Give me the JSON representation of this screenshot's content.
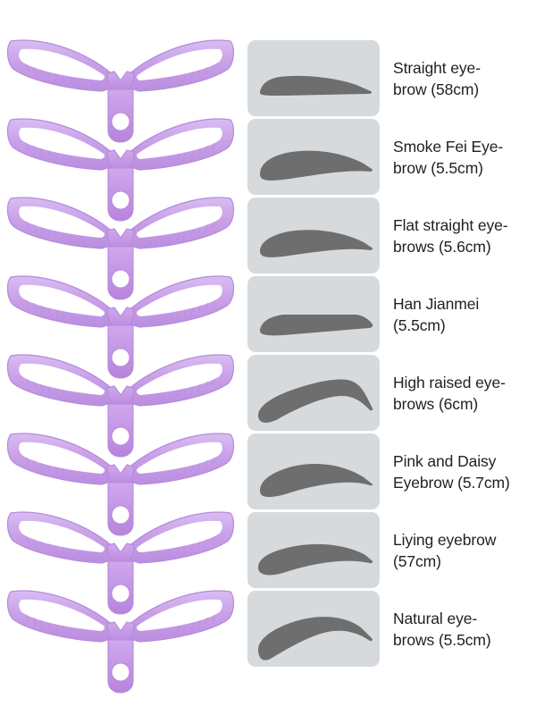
{
  "page": {
    "background_color": "#ffffff",
    "product_name": "Eyebrow stencil shaping card set",
    "stencil_color": "#c9a0e8",
    "card_background_color": "#d7dadd",
    "brow_shape_color": "#6e6e6e",
    "label_text_color": "#231f20"
  },
  "stencils": {
    "count": 8,
    "icon_name": "eyebrow-stencil-icon",
    "description": "Translucent purple plastic eyebrow stencil with twin wing cut-outs, ruler tick marks and a centre bridge with a round hanging hole"
  },
  "swatches": [
    {
      "index": 1,
      "shape_name": "straight-eyebrow-shape",
      "label_line1": "Straight eye-",
      "label_line2": "brow (58cm)",
      "size": "58cm"
    },
    {
      "index": 2,
      "shape_name": "smoke-fei-eyebrow-shape",
      "label_line1": "Smoke Fei Eye-",
      "label_line2": "brow (5.5cm)",
      "size": "5.5cm"
    },
    {
      "index": 3,
      "shape_name": "flat-straight-eyebrow-shape",
      "label_line1": "Flat straight eye-",
      "label_line2": "brows (5.6cm)",
      "size": "5.6cm"
    },
    {
      "index": 4,
      "shape_name": "han-jianmei-eyebrow-shape",
      "label_line1": "Han Jianmei",
      "label_line2": "(5.5cm)",
      "size": "5.5cm"
    },
    {
      "index": 5,
      "shape_name": "high-raised-eyebrow-shape",
      "label_line1": "High raised eye-",
      "label_line2": "brows (6cm)",
      "size": "6cm"
    },
    {
      "index": 6,
      "shape_name": "pink-and-daisy-eyebrow-shape",
      "label_line1": "Pink and Daisy",
      "label_line2": "Eyebrow (5.7cm)",
      "size": "5.7cm"
    },
    {
      "index": 7,
      "shape_name": "liying-eyebrow-shape",
      "label_line1": "Liying eyebrow",
      "label_line2": "(57cm)",
      "size": "57cm"
    },
    {
      "index": 8,
      "shape_name": "natural-eyebrow-shape",
      "label_line1": "Natural eye-",
      "label_line2": "brows (5.5cm)",
      "size": "5.5cm"
    }
  ]
}
